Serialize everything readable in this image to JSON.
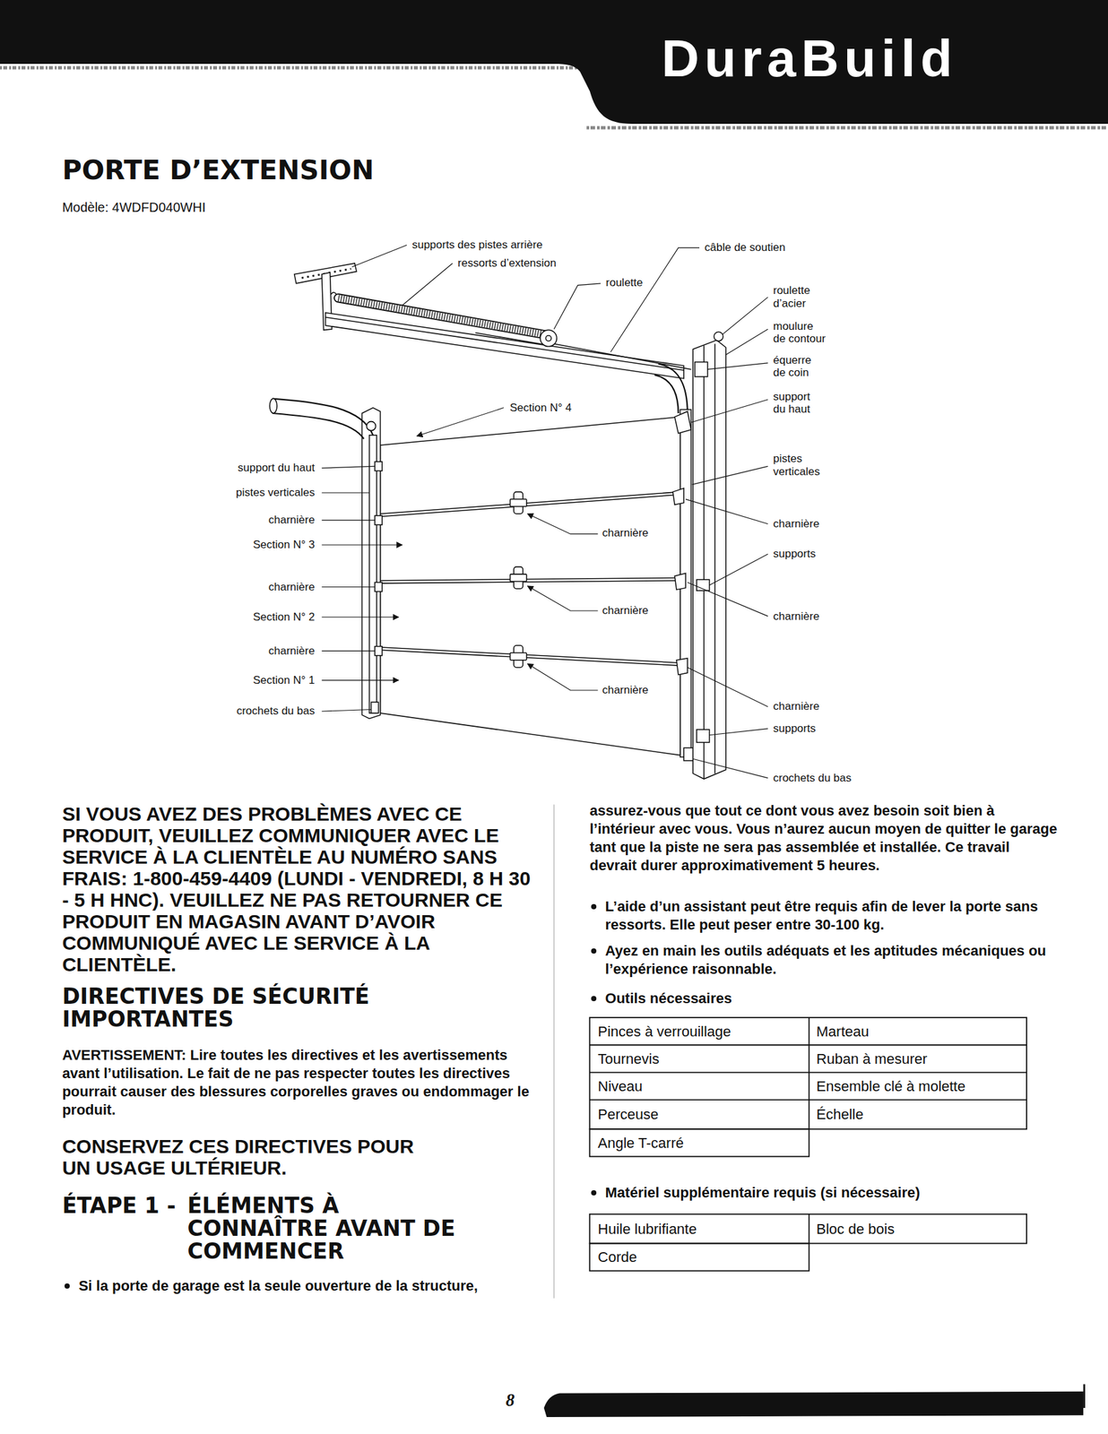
{
  "diagram": {
    "title": "PORTE D’EXTENSION",
    "nodes": [
      {
        "text": [
          "DuraBuild"
        ]
      }
    ],
    "labels": [
      "Modèle: 4WDFD040WHI",
      "supports des pistes arrière",
      "ressorts d’extension",
      "câble de soutien",
      "roulette",
      "roulette d’acier",
      "moulure de contour",
      "équerre de coin",
      "support du haut",
      "Section N° 4",
      "pistes verticales",
      "support du haut",
      "pistes verticales",
      "charnière",
      "charnière",
      "charnière",
      "Section N° 3",
      "supports",
      "charnière",
      "charnière",
      "Section N° 2",
      "charnière",
      "charnière",
      "Section N° 1",
      "charnière",
      "charnière",
      "crochets du bas",
      "supports",
      "crochets du bas",
      "SI VOUS AVEZ DES PROBLÈMES AVEC CE PRODUIT, VEUILLEZ COMMUNIQUER AVEC LE SERVICE À LA CLIENTÈLE AU NUMÉRO SANS FRAIS: 1-800-459-4409 (LUNDI - VENDREDI, 8 H 30 - 5 H HNC). VEUILLEZ NE PAS RETOURNER CE PRODUIT EN MAGASIN AVANT D’AVOIR COMMUNIQUÉ AVEC LE SERVICE À LA CLIENTÈLE.",
      "DIRECTIVES DE SÉCURITÉ IMPORTANTES",
      "AVERTISSEMENT: Lire toutes les directives et les avertissements avant l’utilisation. Le fait de ne pas respecter toutes les directives pourrait causer des blessures corporelles graves ou endommager le produit.",
      "CONSERVEZ CES DIRECTIVES POUR UN USAGE ULTÉRIEUR.",
      "ÉTAPE 1 -",
      "ÉLÉMENTS À CONNAÎTRE AVANT DE COMMENCER",
      "Si la porte de garage est la seule ouverture de la structure,",
      "assurez-vous que tout ce dont vous avez besoin soit bien à l’intérieur avec vous. Vous n’aurez aucun moyen de quitter le garage tant que la piste ne sera pas assemblée et installée. Ce travail devrait durer approximativement 5 heures.",
      "L’aide d’un assistant peut être requis afin de lever la porte sans ressorts. Elle peut peser entre 30-100 kg.",
      "Ayez en main les outils adéquats et les aptitudes mécaniques ou l’expérience raisonnable.",
      "Outils nécessaires",
      "Pinces à verrouillage",
      "Marteau",
      "Tournevis",
      "Ruban à mesurer",
      "Niveau",
      "Ensemble clé à molette",
      "Perceuse",
      "Échelle",
      "Angle T-carré",
      "Matériel supplémentaire requis (si nécessaire)",
      "Huile lubrifiante",
      "Bloc de bois",
      "Corde",
      "8"
    ]
  }
}
